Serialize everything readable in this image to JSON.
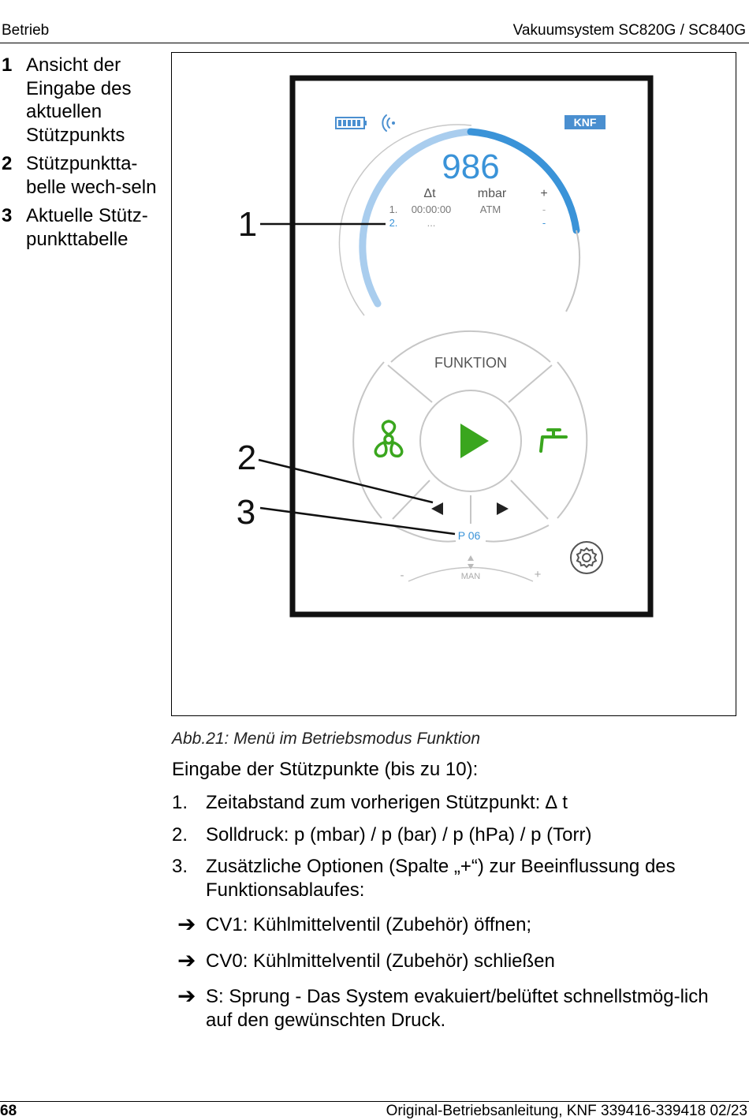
{
  "header": {
    "section": "Betrieb",
    "product": "Vakuumsystem SC820G / SC840G"
  },
  "legend": [
    {
      "num": "1",
      "text": "Ansicht der Eingabe des aktuellen Stützpunkts"
    },
    {
      "num": "2",
      "text": "Stützpunktta-belle wech-seln"
    },
    {
      "num": "3",
      "text": "Aktuelle Stütz-punkttabelle"
    }
  ],
  "figure": {
    "callouts": [
      "1",
      "2",
      "3"
    ],
    "screen": {
      "pressure_value": "986",
      "col_delta_t": "Δt",
      "col_unit": "mbar",
      "col_plus": "+",
      "rows": [
        {
          "idx": "1.",
          "time": "00:00:00",
          "value": "ATM",
          "option": "-"
        },
        {
          "idx": "2.",
          "time": "...",
          "value": "",
          "option": "-"
        }
      ],
      "mode_label": "FUNKTION",
      "table_label": "P 06",
      "man_label": "MAN",
      "man_minus": "-",
      "man_plus": "+",
      "brand": "KNF",
      "accent_color": "#3a93d8",
      "play_color": "#3aa61e"
    }
  },
  "caption": "Abb.21: Menü im Betriebsmodus Funktion",
  "intro": "Eingabe der Stützpunkte (bis zu 10):",
  "steps": [
    {
      "num": "1.",
      "text": "Zeitabstand zum vorherigen Stützpunkt: ∆ t"
    },
    {
      "num": "2.",
      "text": "Solldruck: p (mbar) / p (bar) / p (hPa) / p (Torr)"
    },
    {
      "num": "3.",
      "text": "Zusätzliche Optionen (Spalte „+“) zur Beeinflussung des Funktionsablaufes:"
    }
  ],
  "options": [
    {
      "icon": "arrow-right-icon",
      "text": "CV1: Kühlmittelventil (Zubehör) öffnen;"
    },
    {
      "icon": "arrow-right-icon",
      "text": "CV0: Kühlmittelventil (Zubehör) schließen"
    },
    {
      "icon": "arrow-right-icon",
      "text": "S: Sprung - Das System evakuiert/belüftet schnellstmög-lich auf den gewünschten Druck."
    }
  ],
  "footer": {
    "page": "68",
    "doc": "Original-Betriebsanleitung, KNF 339416-339418 02/23"
  }
}
